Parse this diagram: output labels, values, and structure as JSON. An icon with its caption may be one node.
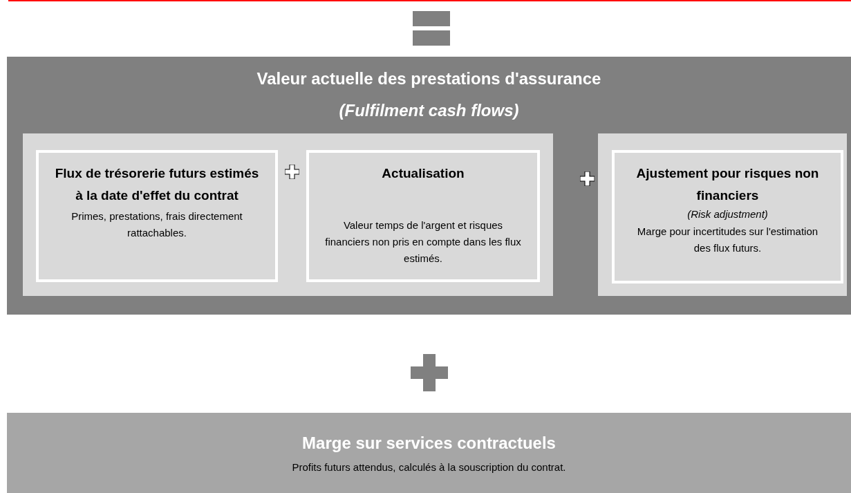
{
  "diagram": {
    "nodes": [
      {
        "text": [
          "Valeur actuelle des prestations d'assurance",
          "(Fulfilment cash flows)"
        ]
      },
      {
        "text": [],
        "shape": "box",
        "in": 0
      },
      {
        "text": [
          "Flux de trésorerie futurs estimés à la date d'effet du contrat",
          "Primes, prestations, frais directement rattachables."
        ],
        "in": 1
      },
      {
        "text": [
          "Actualisation",
          "Valeur temps de l'argent et risques financiers non pris en compte dans les flux estimés."
        ],
        "in": 1
      },
      {
        "text": [],
        "shape": "box",
        "in": 0
      },
      {
        "text": [
          "Ajustement pour risques non financiers",
          "(Risk adjustment)",
          "Marge pour incertitudes sur l'estimation des flux futurs."
        ],
        "in": 4
      },
      {
        "text": [
          "Marge sur services contractuels",
          "Profits futurs attendus, calculés à la souscription du contrat."
        ]
      }
    ]
  }
}
